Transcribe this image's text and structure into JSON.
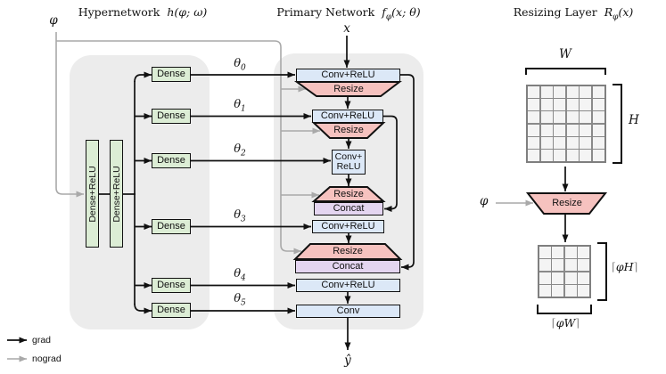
{
  "colors": {
    "panel_bg": "#ececec",
    "conv_block": "#dce8f7",
    "resize_block": "#f6c2bf",
    "concat_block": "#e4d5f0",
    "dense_block": "#dcedd5",
    "grad_line": "#111111",
    "nograd_line": "#a9a9a9",
    "grid_line": "#8a8a8a",
    "grid_cell": "#f4f4f4"
  },
  "legend": {
    "grad_label": "grad",
    "nograd_label": "nograd"
  },
  "hypernetwork": {
    "title": "Hypernetwork",
    "math": {
      "pre": "h",
      "sub": "",
      "post": "(φ; ω)"
    },
    "input_symbol": "φ",
    "dense_relu_1": "Dense+ReLU",
    "dense_relu_2": "Dense+ReLU",
    "dense_labels": [
      "Dense",
      "Dense",
      "Dense",
      "Dense",
      "Dense",
      "Dense"
    ],
    "thetas": [
      {
        "base": "θ",
        "sub": "0"
      },
      {
        "base": "θ",
        "sub": "1"
      },
      {
        "base": "θ",
        "sub": "2"
      },
      {
        "base": "θ",
        "sub": "3"
      },
      {
        "base": "θ",
        "sub": "4"
      },
      {
        "base": "θ",
        "sub": "5"
      }
    ]
  },
  "primary": {
    "title": "Primary Network",
    "math": {
      "pre": "f",
      "sub": "φ",
      "post": "(x; θ)"
    },
    "input_symbol": "x",
    "output_symbol": "ŷ",
    "blocks": {
      "conv_relu_1": "Conv+ReLU",
      "resize_1": "Resize",
      "conv_relu_2": "Conv+ReLU",
      "resize_2": "Resize",
      "conv_relu_3_line1": "Conv+",
      "conv_relu_3_line2": "ReLU",
      "resize_3": "Resize",
      "concat_1": "Concat",
      "conv_relu_4": "Conv+ReLU",
      "resize_4": "Resize",
      "concat_2": "Concat",
      "conv_relu_5": "Conv+ReLU",
      "conv_final": "Conv"
    }
  },
  "resizing": {
    "title": "Resizing Layer",
    "math": {
      "pre": "R",
      "sub": "φ",
      "post": "(x)"
    },
    "width_symbol": "W",
    "height_symbol": "H",
    "input_symbol": "φ",
    "resize_label": "Resize",
    "out_height": {
      "open": "⌈",
      "body": "φH",
      "close": "⌉"
    },
    "out_width": {
      "open": "⌈",
      "body": "φW",
      "close": "⌉"
    },
    "input_grid": {
      "rows": 6,
      "cols": 6
    },
    "output_grid": {
      "rows": 4,
      "cols": 4
    }
  }
}
